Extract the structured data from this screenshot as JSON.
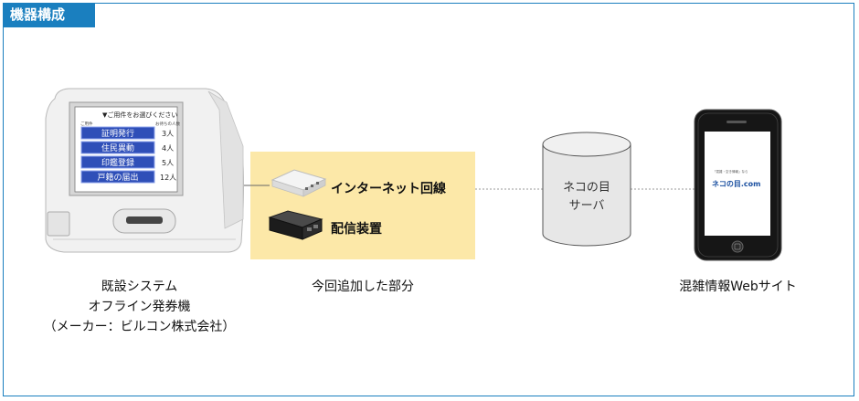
{
  "header": {
    "title": "機器構成"
  },
  "kiosk": {
    "screen": {
      "header": "▼ご用件をお選びください",
      "column_left": "ご用件",
      "column_right": "お待ちの人数",
      "rows": [
        {
          "label": "証明発行",
          "count": "3人"
        },
        {
          "label": "住民異動",
          "count": "4人"
        },
        {
          "label": "印鑑登録",
          "count": "5人"
        },
        {
          "label": "戸籍の届出",
          "count": "12人"
        }
      ]
    },
    "caption": [
      "既設システム",
      "オフライン発券機",
      "（メーカー：ビルコン株式会社）"
    ]
  },
  "added": {
    "items": [
      {
        "label": "インターネット回線",
        "icon": "router-icon"
      },
      {
        "label": "配信装置",
        "icon": "media-box-icon"
      }
    ],
    "caption": "今回追加した部分"
  },
  "server": {
    "lines": [
      "ネコの目",
      "サーバ"
    ]
  },
  "website": {
    "screen_small_text": "「混雑・空き情報」なら",
    "screen_logo": "ネコの目.com",
    "caption": "混雑情報Webサイト"
  },
  "colors": {
    "accent": "#1a7fbf",
    "added_area": "#fce8a8"
  }
}
